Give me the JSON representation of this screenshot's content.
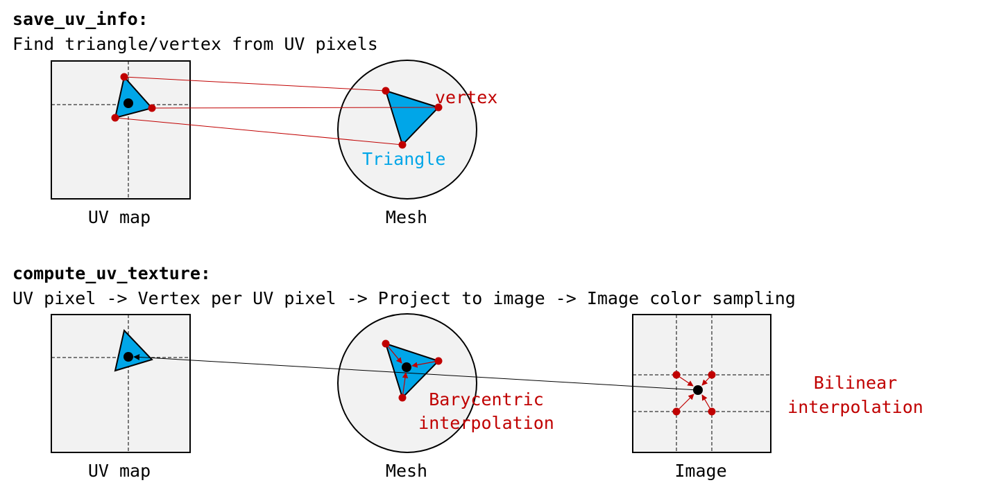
{
  "colors": {
    "red": "#c00000",
    "blue": "#00a6e8",
    "panel": "#f2f2f2",
    "black": "#000000"
  },
  "save_uv_info": {
    "title": "save_uv_info:",
    "description": "Find triangle/vertex from UV pixels",
    "uv_map_label": "UV map",
    "mesh_label": "Mesh",
    "vertex_label": "vertex",
    "triangle_label": "Triangle"
  },
  "compute_uv_texture": {
    "title": "compute_uv_texture:",
    "description": "UV pixel -> Vertex per UV pixel -> Project to image -> Image color sampling",
    "uv_map_label": "UV map",
    "mesh_label": "Mesh",
    "image_label": "Image",
    "barycentric_line1": "Barycentric",
    "barycentric_line2": "interpolation",
    "bilinear_line1": "Bilinear",
    "bilinear_line2": "interpolation"
  }
}
